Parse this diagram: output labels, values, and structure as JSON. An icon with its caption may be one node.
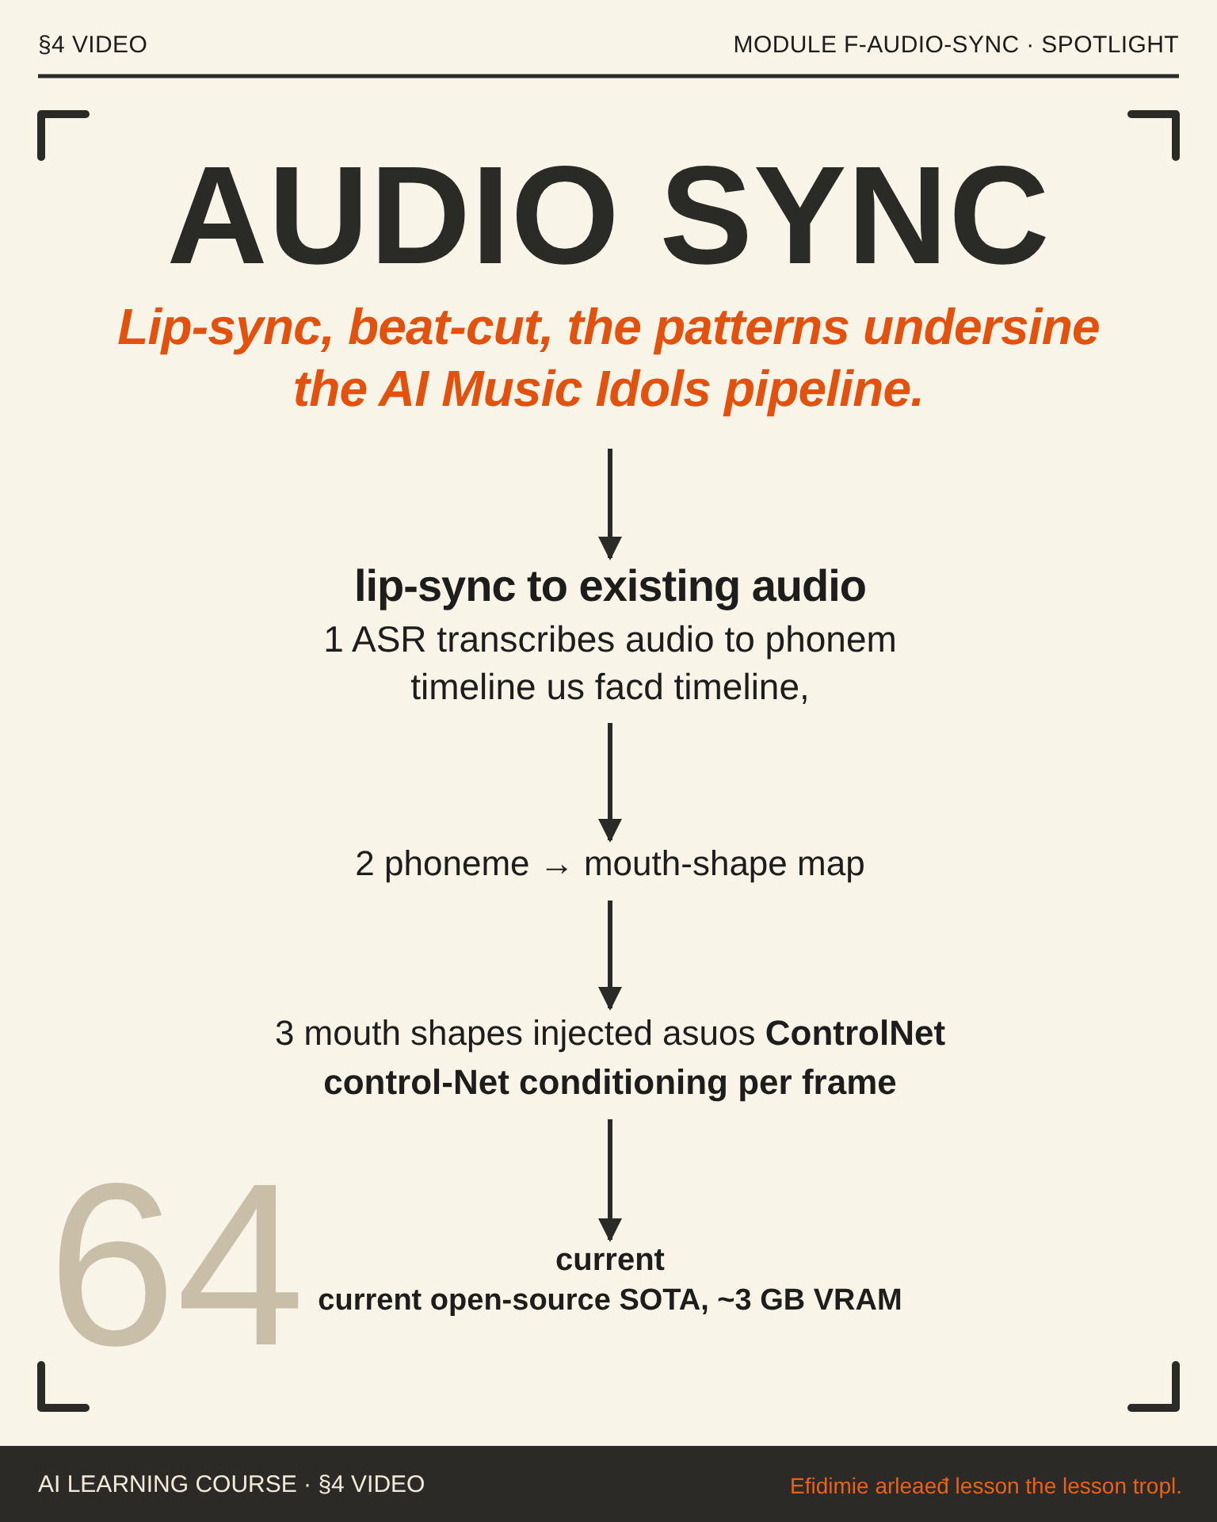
{
  "diagram": {
    "title": "AUDIO SYNC",
    "nodes": [
      {
        "text": [
          "lip-sync to existing audio",
          "1 ASR transcribes audio to phonem timeline us facd timeline,"
        ]
      },
      {
        "text": [
          "2 phoneme → mouth-shape map"
        ]
      },
      {
        "text": [
          "3 mouth shapes injected asuos **ControlNet control-Net conditioning per frame**"
        ]
      },
      {
        "text": [
          "current",
          "current open-source SOTA, ~3 GB VRAM"
        ]
      }
    ],
    "edges": [
      {
        "from": null,
        "to": 0,
        "arrow": "to"
      },
      {
        "from": 0,
        "to": 1,
        "arrow": "to"
      },
      {
        "from": 1,
        "to": 2,
        "arrow": "to"
      },
      {
        "from": 2,
        "to": 3,
        "arrow": "to"
      }
    ],
    "labels": [
      "§4 VIDEO",
      "MODULE F-AUDIO-SYNC · SPOTLIGHT",
      "Lip-sync, beat-cut, the patterns undersine the AI Music Idols pipeline.",
      "64",
      "AI LEARNING COURSE · §4 VIDEO",
      "Efidimie arleaeđ lesson the lesson tropl."
    ]
  }
}
